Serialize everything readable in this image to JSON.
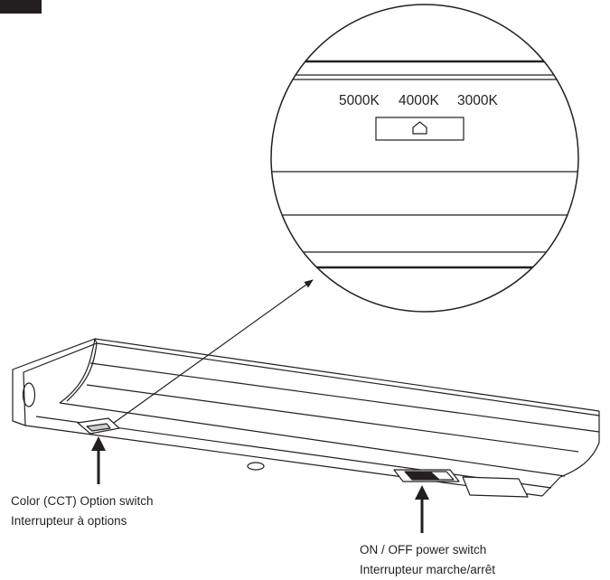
{
  "zoom_detail": {
    "cct_options": [
      "5000K",
      "4000K",
      "3000K"
    ]
  },
  "callouts": {
    "cct_switch": {
      "line1": "Color (CCT) Option switch",
      "line2": "Interrupteur à options"
    },
    "power_switch": {
      "line1": "ON / OFF power switch",
      "line2": "Interrupteur marche/arrêt"
    }
  },
  "colors": {
    "ink": "#231f20",
    "background": "#ffffff"
  },
  "icons": {
    "cct_button": "house-icon"
  }
}
